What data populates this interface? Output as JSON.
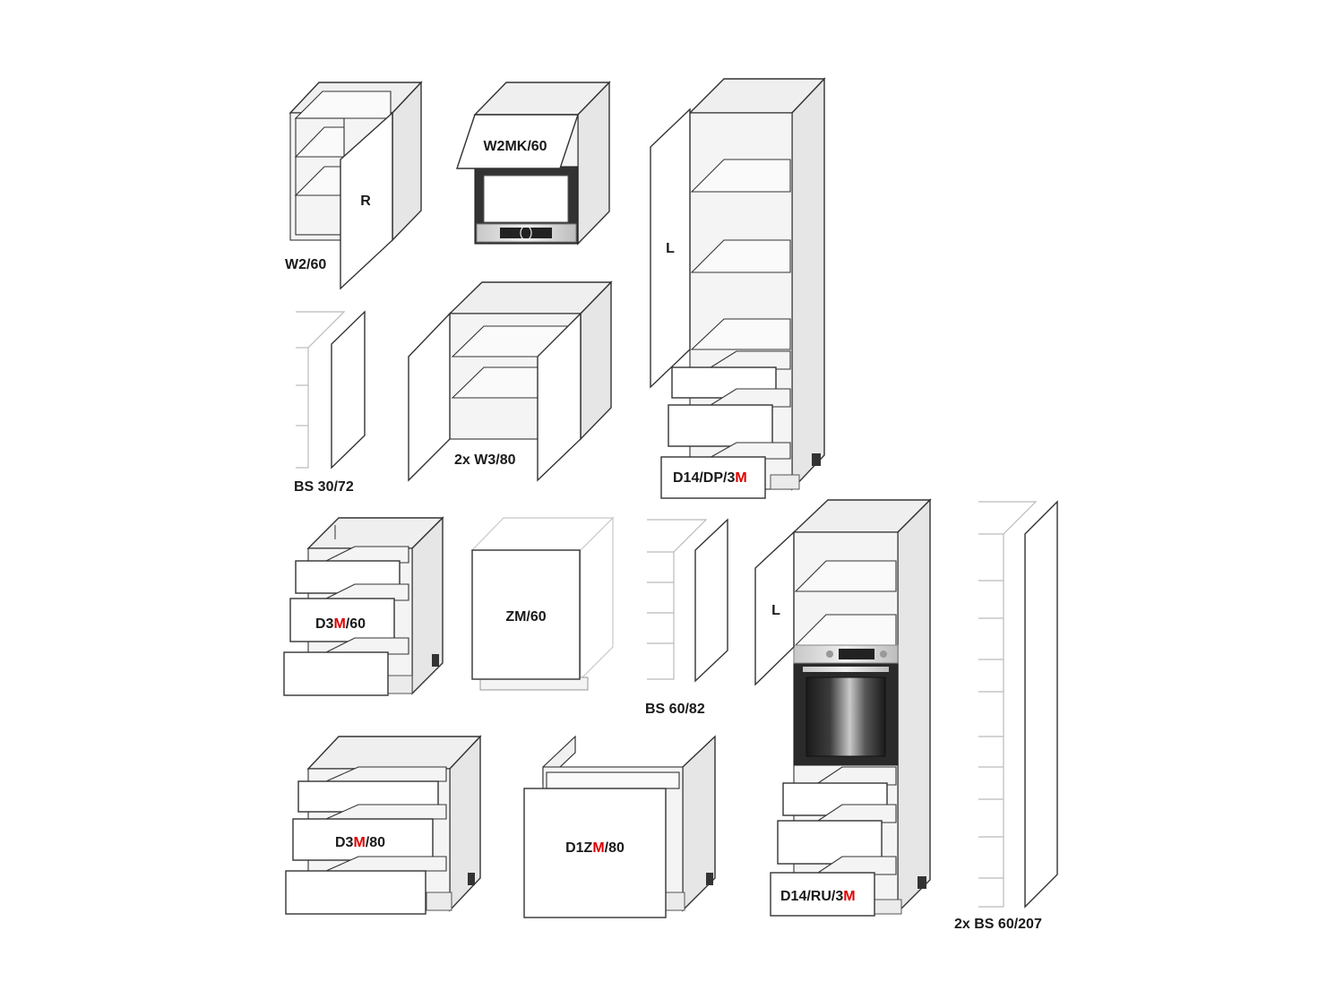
{
  "labels": {
    "w2_60": "W2/60",
    "w2_60_door": "R",
    "w2mk_60": "W2MK/60",
    "tall_d14dp_door": "L",
    "bs30_72": "BS 30/72",
    "w3_80": "2x W3/80",
    "d14dp_3m": {
      "a": "D14/DP/3",
      "b": "M"
    },
    "d3m_60": {
      "a": "D3",
      "b": "M",
      "c": "/60"
    },
    "zm_60": "ZM/60",
    "bs60_82": "BS 60/82",
    "tall_d14ru_door": "L",
    "d14ru_3m": {
      "a": "D14/RU/3",
      "b": "M"
    },
    "bs60_207": "2x BS 60/207",
    "d3m_80": {
      "a": "D3",
      "b": "M",
      "c": "/80"
    },
    "d1zm_80": {
      "a": "D1Z",
      "b": "M",
      "c": "/80"
    }
  },
  "colors": {
    "highlight": "#e00000",
    "text": "#1a1a1a",
    "outline": "#333333"
  },
  "icons": {
    "microwave": "built-in-microwave-icon",
    "oven": "built-in-oven-icon"
  }
}
